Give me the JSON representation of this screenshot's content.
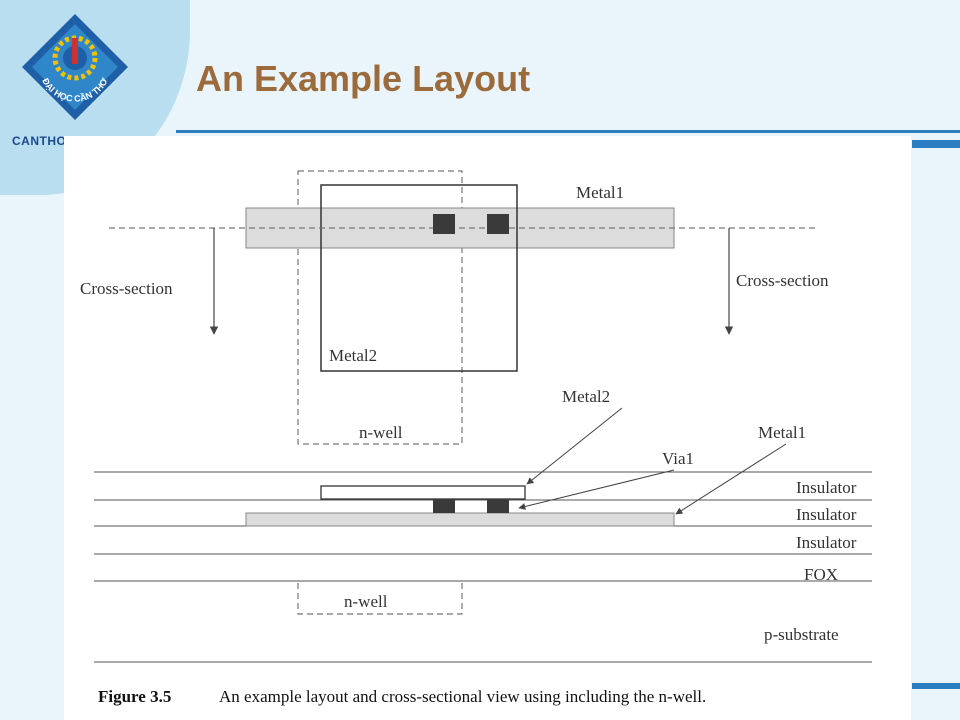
{
  "slide": {
    "title": "An Example Layout",
    "logo_text": "ĐẠI HỌC CẦN THƠ",
    "logo_caption": "CANTHO"
  },
  "figure": {
    "top_view": {
      "metal1_label": "Metal1",
      "metal2_label": "Metal2",
      "nwell_label": "n-well",
      "cross_section_left": "Cross-section",
      "cross_section_right": "Cross-section"
    },
    "cross_view": {
      "metal2_label": "Metal2",
      "via1_label": "Via1",
      "metal1_label": "Metal1",
      "layers": [
        "Insulator",
        "Insulator",
        "Insulator",
        "FOX"
      ],
      "nwell_label": "n-well",
      "substrate_label": "p-substrate"
    },
    "caption_number": "Figure 3.5",
    "caption_text": "An example layout and cross-sectional view using including the n-well."
  },
  "colors": {
    "title": "#9c6b3c",
    "accent_blue": "#2a7ec0",
    "metal1_fill": "#dcdcdc",
    "via_fill": "#3a3a3a"
  }
}
